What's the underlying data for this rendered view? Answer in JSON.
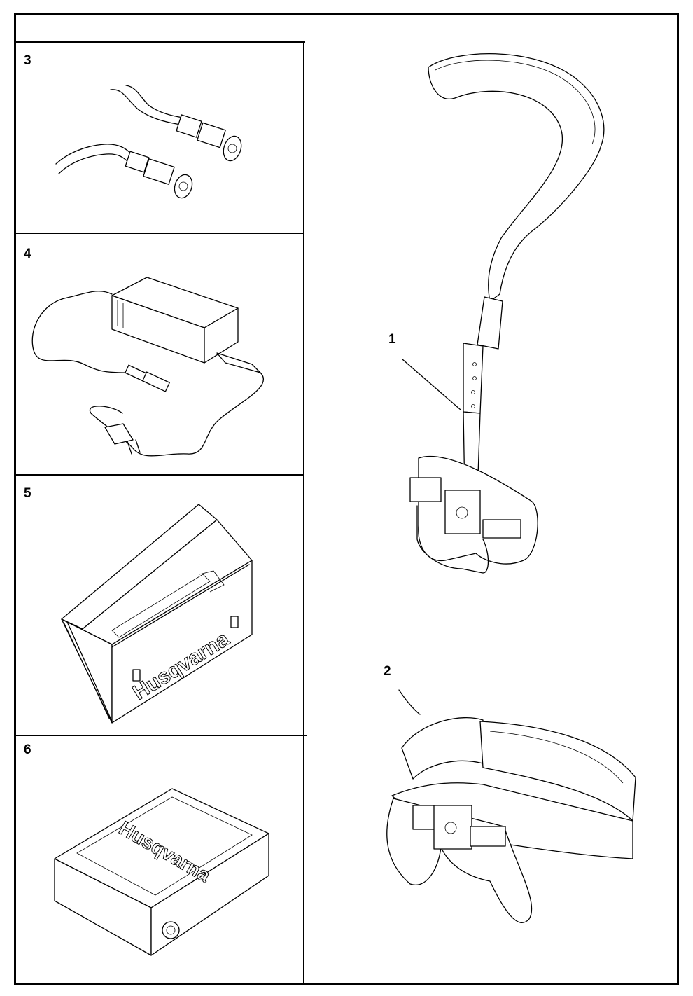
{
  "items": [
    {
      "number": "1",
      "icon": "harness-strap-icon"
    },
    {
      "number": "2",
      "icon": "hip-belt-icon"
    },
    {
      "number": "3",
      "icon": "cable-connectors-icon"
    },
    {
      "number": "4",
      "icon": "battery-charger-icon"
    },
    {
      "number": "5",
      "icon": "storage-box-icon"
    },
    {
      "number": "6",
      "icon": "battery-case-icon"
    }
  ],
  "brand_text": "Husqvarna",
  "line_color": "#000000",
  "background": "#ffffff"
}
